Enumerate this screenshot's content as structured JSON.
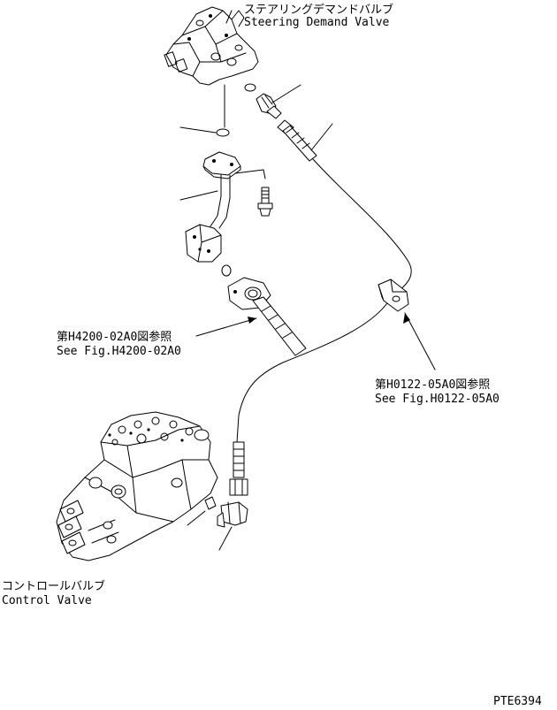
{
  "labels": {
    "steering_valve_jp": "ステアリングデマンドバルブ",
    "steering_valve_en": "Steering Demand Valve",
    "ref1_jp": "第H4200-02A0図参照",
    "ref1_en": "See Fig.H4200-02A0",
    "ref2_jp": "第H0122-05A0図参照",
    "ref2_en": "See Fig.H0122-05A0",
    "control_valve_jp": "コントロールバルブ",
    "control_valve_en": "Control Valve",
    "drawing_code": "PTE6394"
  }
}
